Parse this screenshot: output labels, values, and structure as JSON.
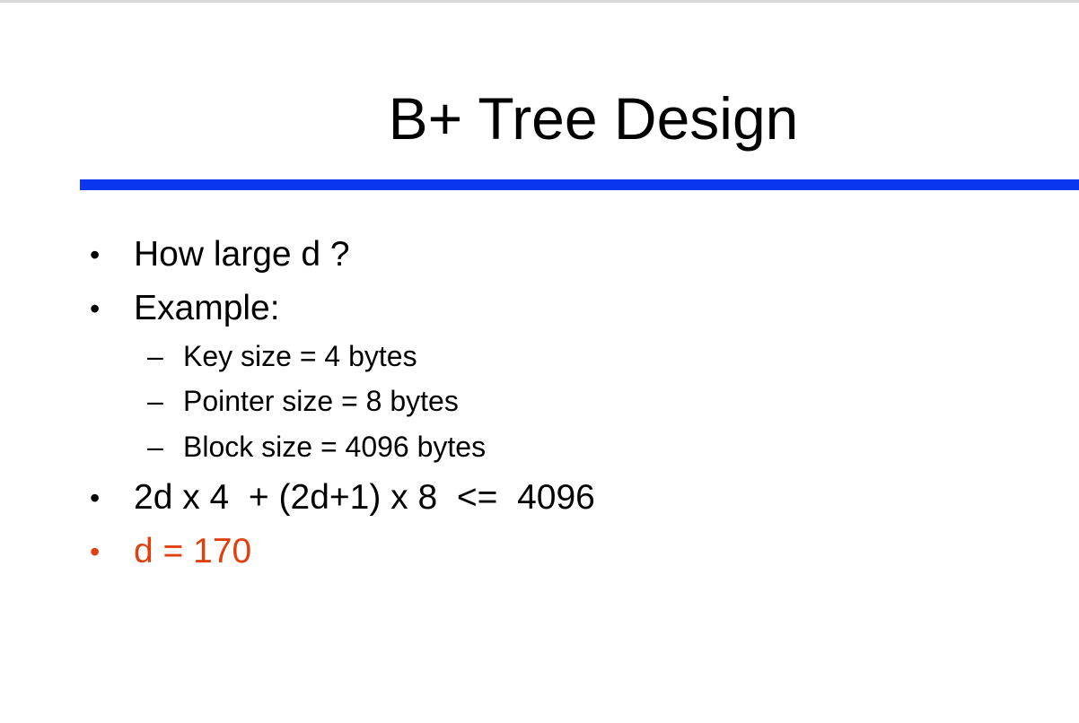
{
  "slide": {
    "title": "B+ Tree Design",
    "rule_color": "#0a36f0",
    "bullets": [
      {
        "marker": "•",
        "text": "How large d ?"
      },
      {
        "marker": "•",
        "text": "Example:"
      }
    ],
    "sub_bullets": [
      {
        "marker": "–",
        "text": "Key size = 4 bytes"
      },
      {
        "marker": "–",
        "text": "Pointer size = 8 bytes"
      },
      {
        "marker": "–",
        "text": "Block size = 4096 bytes"
      }
    ],
    "formula_bullet": {
      "marker": "•",
      "text": "2d x 4  + (2d+1) x 8  <=  4096"
    },
    "answer_bullet": {
      "marker": "•",
      "text": "d = 170",
      "color": "#e0400f"
    }
  }
}
